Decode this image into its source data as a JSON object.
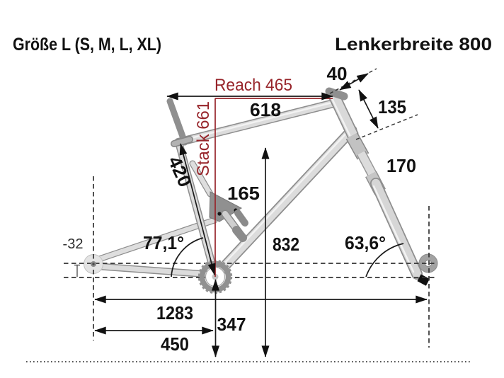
{
  "header": {
    "size_label": "Größe L (S, M, L, XL)",
    "handlebar_label": "Lenkerbreite 800"
  },
  "geometry": {
    "reach_label": "Reach 465",
    "stack_label": "Stack 661",
    "top_tube_horizontal": "618",
    "stem_length": "40",
    "head_tube_length": "135",
    "fork_travel": "170",
    "rear_travel": "165",
    "seat_tube_length": "420",
    "standover_height": "832",
    "bb_height": "347",
    "chainstay_length": "450",
    "wheelbase": "1283",
    "seat_tube_angle": "77,1°",
    "head_tube_angle": "63,6°",
    "bb_drop": "-32"
  },
  "colors": {
    "accent_red": "#97242a",
    "dimension_black": "#1a1a1a",
    "frame_fill": "#d9d9d9",
    "frame_outline": "#8e8e8e",
    "dark_parts": "#8f8f8f"
  }
}
